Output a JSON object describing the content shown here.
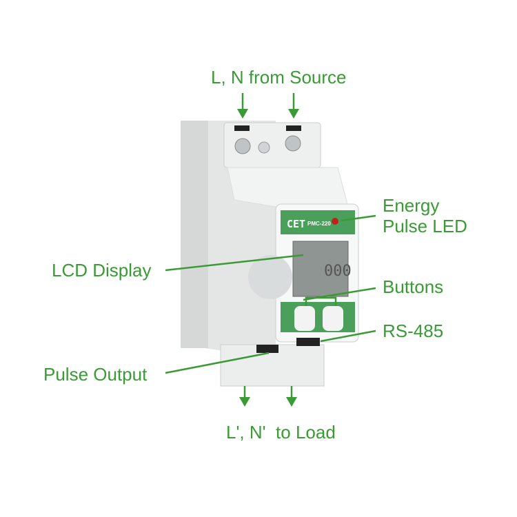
{
  "labels": {
    "source": "L, N from Source",
    "energy_led": [
      "Energy",
      "Pulse LED"
    ],
    "lcd": "LCD Display",
    "buttons": "Buttons",
    "rs485": "RS-485",
    "pulse_output": "Pulse Output",
    "load": "L', N'  to Load"
  },
  "device": {
    "brand": "CET",
    "model": "PMC-220"
  },
  "colors": {
    "label": "#3a9a35",
    "panel": "#4aa05a"
  }
}
